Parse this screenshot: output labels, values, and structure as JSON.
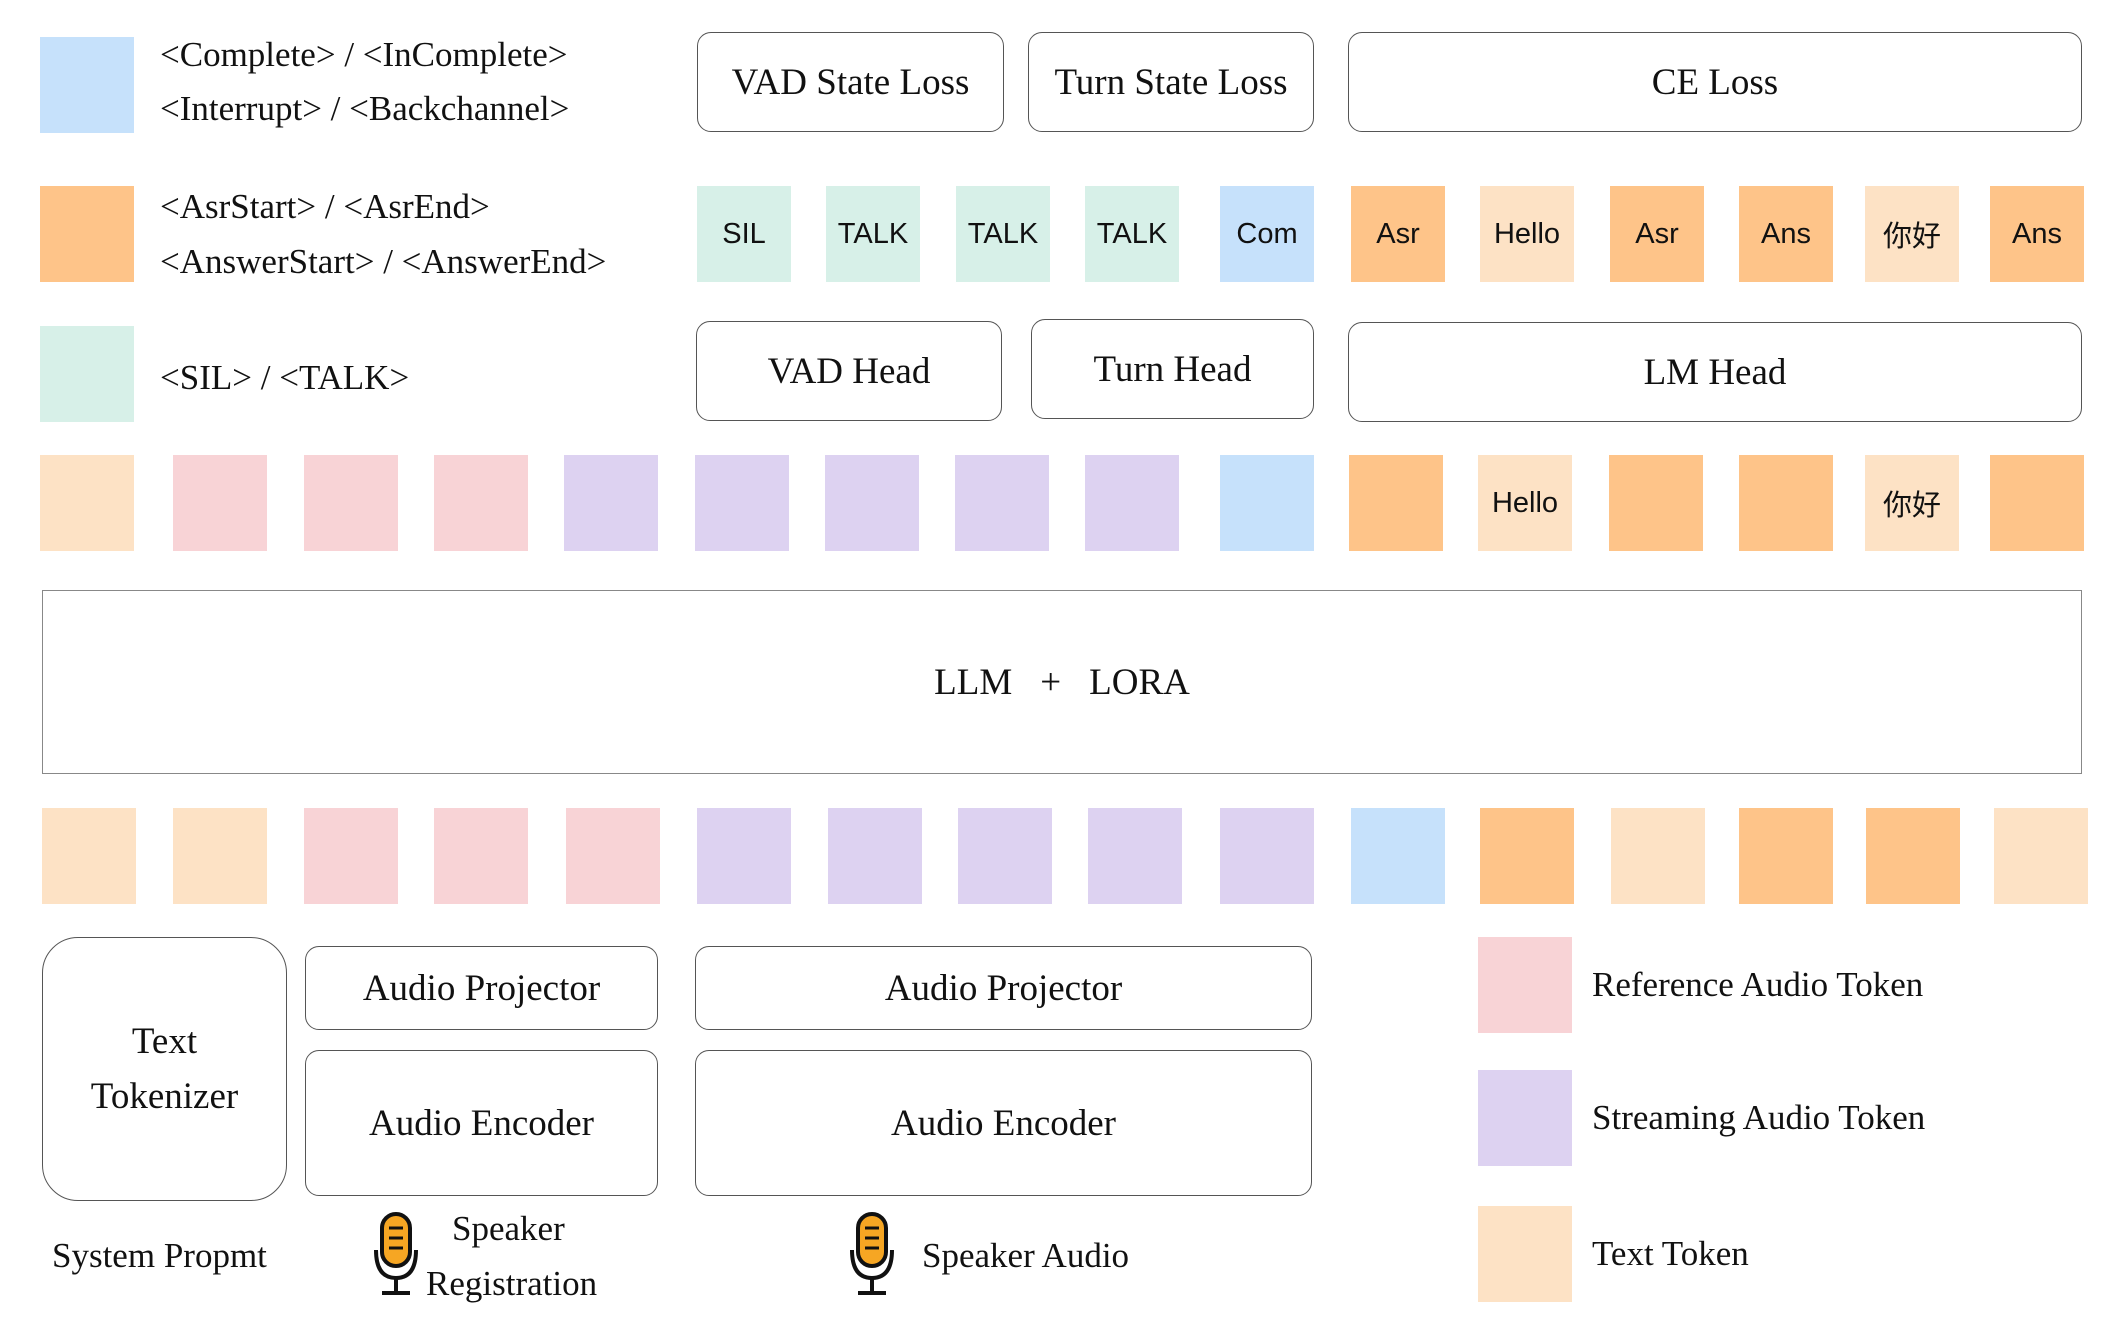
{
  "colors": {
    "blue": "#c6e1fb",
    "orange": "#fec489",
    "cream": "#fde2c5",
    "mint": "#d7f0e8",
    "pink": "#f8d3d6",
    "lavender": "#ddd2f1",
    "border": "#555555"
  },
  "legend_top": {
    "blue_line1": "<Complete> / <InComplete>",
    "blue_line2": "<Interrupt> / <Backchannel>",
    "orange_line1": "<AsrStart> / <AsrEnd>",
    "orange_line2": "<AnswerStart> / <AnswerEnd>",
    "mint_line1": "<SIL> / <TALK>"
  },
  "losses": {
    "vad": "VAD State Loss",
    "turn": "Turn State Loss",
    "ce": "CE Loss"
  },
  "output_tokens": [
    {
      "label": "SIL",
      "color": "mint"
    },
    {
      "label": "TALK",
      "color": "mint"
    },
    {
      "label": "TALK",
      "color": "mint"
    },
    {
      "label": "TALK",
      "color": "mint"
    },
    {
      "label": "Com",
      "color": "blue"
    },
    {
      "label": "Asr",
      "color": "orange"
    },
    {
      "label": "Hello",
      "color": "cream"
    },
    {
      "label": "Asr",
      "color": "orange"
    },
    {
      "label": "Ans",
      "color": "orange"
    },
    {
      "label": "你好",
      "color": "cream"
    },
    {
      "label": "Ans",
      "color": "orange"
    }
  ],
  "heads": {
    "vad": "VAD Head",
    "turn": "Turn Head",
    "lm": "LM Head"
  },
  "hidden_tokens": [
    {
      "label": "",
      "color": "cream"
    },
    {
      "label": "",
      "color": "pink"
    },
    {
      "label": "",
      "color": "pink"
    },
    {
      "label": "",
      "color": "pink"
    },
    {
      "label": "",
      "color": "lavender"
    },
    {
      "label": "",
      "color": "lavender"
    },
    {
      "label": "",
      "color": "lavender"
    },
    {
      "label": "",
      "color": "lavender"
    },
    {
      "label": "",
      "color": "lavender"
    },
    {
      "label": "",
      "color": "blue"
    },
    {
      "label": "",
      "color": "orange"
    },
    {
      "label": "Hello",
      "color": "cream"
    },
    {
      "label": "",
      "color": "orange"
    },
    {
      "label": "",
      "color": "orange"
    },
    {
      "label": "你好",
      "color": "cream"
    },
    {
      "label": "",
      "color": "orange"
    }
  ],
  "llm": {
    "llm_label": "LLM",
    "plus": "+",
    "lora_label": "LORA"
  },
  "input_tokens": [
    {
      "color": "cream"
    },
    {
      "color": "cream"
    },
    {
      "color": "pink"
    },
    {
      "color": "pink"
    },
    {
      "color": "pink"
    },
    {
      "color": "lavender"
    },
    {
      "color": "lavender"
    },
    {
      "color": "lavender"
    },
    {
      "color": "lavender"
    },
    {
      "color": "lavender"
    },
    {
      "color": "blue"
    },
    {
      "color": "orange"
    },
    {
      "color": "cream"
    },
    {
      "color": "orange"
    },
    {
      "color": "orange"
    },
    {
      "color": "cream"
    }
  ],
  "encoders": {
    "text_tokenizer_line1": "Text",
    "text_tokenizer_line2": "Tokenizer",
    "projector_small": "Audio Projector",
    "encoder_small": "Audio Encoder",
    "projector_large": "Audio Projector",
    "encoder_large": "Audio Encoder"
  },
  "inputs": {
    "system_prompt": "System Propmt",
    "speaker_reg_line1": "Speaker",
    "speaker_reg_line2": "Registration",
    "speaker_audio": "Speaker Audio",
    "mic_icon": "microphone-icon"
  },
  "legend_bottom": {
    "reference": "Reference Audio Token",
    "streaming": "Streaming Audio Token",
    "text": "Text Token"
  }
}
